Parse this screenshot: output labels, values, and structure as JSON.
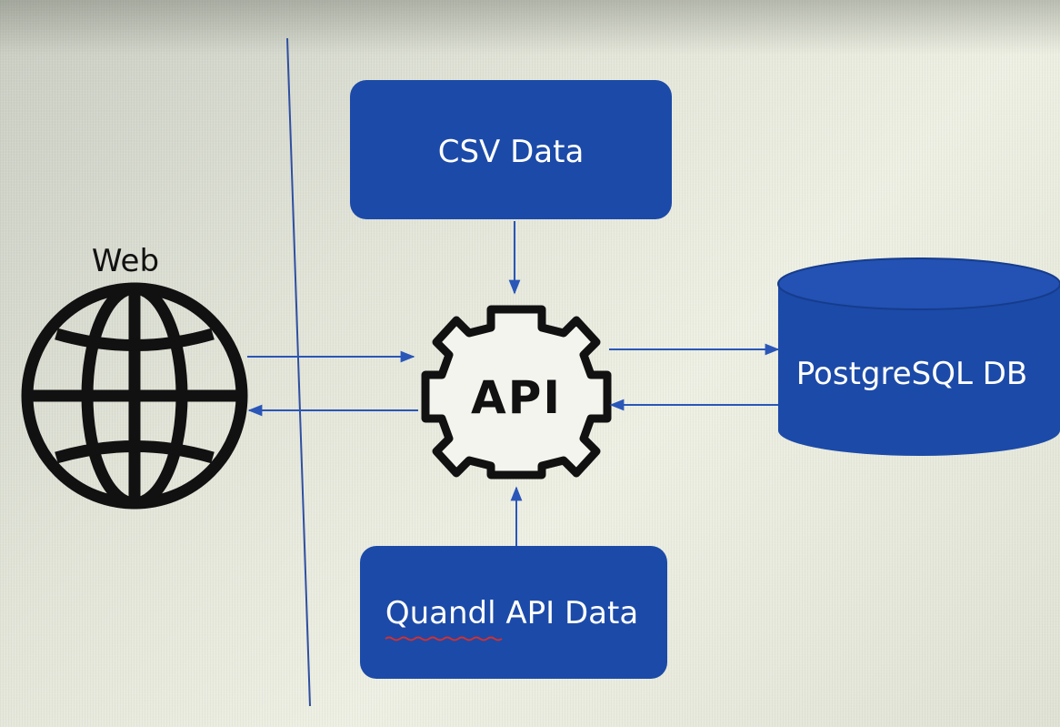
{
  "diagram": {
    "nodes": {
      "web": {
        "label": "Web",
        "icon": "globe-icon"
      },
      "csv": {
        "label": "CSV Data"
      },
      "api": {
        "label": "API",
        "icon": "gear-icon"
      },
      "postgres": {
        "label": "PostgreSQL DB",
        "icon": "database-cylinder"
      },
      "quandl": {
        "label": "Quandl API Data"
      }
    },
    "edges": [
      {
        "from": "csv",
        "to": "api"
      },
      {
        "from": "quandl",
        "to": "api"
      },
      {
        "from": "web",
        "to": "api"
      },
      {
        "from": "api",
        "to": "web"
      },
      {
        "from": "api",
        "to": "postgres"
      },
      {
        "from": "postgres",
        "to": "api"
      }
    ]
  },
  "colors": {
    "box_fill": "#1c4aa8",
    "arrow": "#2a56b8",
    "divider": "#2f4fa0",
    "icon_stroke": "#111111",
    "text_on_box": "#ffffff"
  }
}
